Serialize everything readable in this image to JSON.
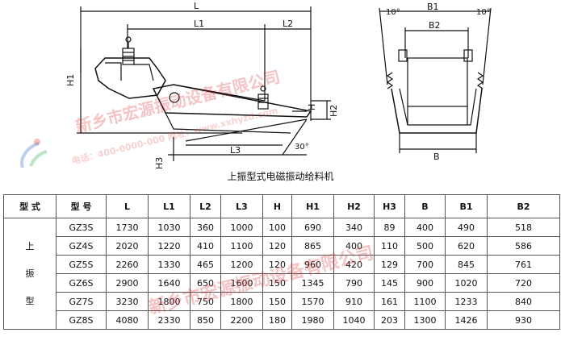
{
  "drawing": {
    "dimension_labels": {
      "L": "L",
      "L1": "L1",
      "L2": "L2",
      "L3": "L3",
      "H": "H",
      "H1": "H1",
      "H2": "H2",
      "H3": "H3",
      "B": "B",
      "B1": "B1",
      "B2": "B2",
      "angle_30": "30°",
      "angle_10_left": "10°",
      "angle_10_right": "10°"
    }
  },
  "caption": "上振型式电磁振动给料机",
  "watermark": {
    "company": "新乡市宏源振动设备有限公司",
    "phone": "电话：400-0000-000  网址：www.xxhyzd.com"
  },
  "table": {
    "headers": [
      "型 式",
      "型 号",
      "L",
      "L1",
      "L2",
      "L3",
      "H",
      "H1",
      "H2",
      "H3",
      "B",
      "B1",
      "B2"
    ],
    "type_label": [
      "上",
      "振",
      "型"
    ],
    "rows": [
      [
        "GZ3S",
        "1730",
        "1030",
        "360",
        "1000",
        "100",
        "690",
        "340",
        "89",
        "400",
        "490",
        "518"
      ],
      [
        "GZ4S",
        "2020",
        "1220",
        "410",
        "1100",
        "120",
        "865",
        "400",
        "110",
        "500",
        "620",
        "586"
      ],
      [
        "GZ5S",
        "2260",
        "1330",
        "465",
        "1200",
        "120",
        "960",
        "420",
        "129",
        "700",
        "845",
        "761"
      ],
      [
        "GZ6S",
        "2900",
        "1640",
        "650",
        "1600",
        "150",
        "1345",
        "790",
        "145",
        "900",
        "1020",
        "720"
      ],
      [
        "GZ7S",
        "3230",
        "1800",
        "750",
        "1800",
        "150",
        "1570",
        "910",
        "161",
        "1100",
        "1233",
        "840"
      ],
      [
        "GZ8S",
        "4080",
        "2330",
        "850",
        "2200",
        "180",
        "1980",
        "1040",
        "203",
        "1300",
        "1426",
        "930"
      ]
    ]
  }
}
